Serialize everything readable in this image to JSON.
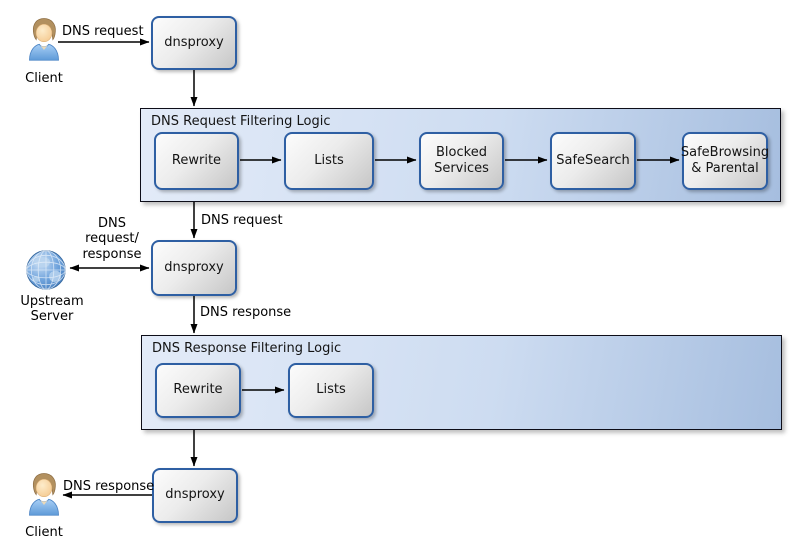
{
  "diagram": {
    "actors": {
      "client_top": {
        "label": "Client"
      },
      "client_bottom": {
        "label": "Client"
      },
      "upstream": {
        "label": "Upstream\nServer"
      }
    },
    "proxies": {
      "top": {
        "label": "dnsproxy"
      },
      "middle": {
        "label": "dnsproxy"
      },
      "bottom": {
        "label": "dnsproxy"
      }
    },
    "request_filtering": {
      "title": "DNS Request Filtering Logic",
      "steps": [
        "Rewrite",
        "Lists",
        "Blocked Services",
        "SafeSearch",
        "SafeBrowsing & Parental"
      ]
    },
    "response_filtering": {
      "title": "DNS Response Filtering Logic",
      "steps": [
        "Rewrite",
        "Lists"
      ]
    },
    "edge_labels": {
      "client_request": "DNS request",
      "filtered_request": "DNS request",
      "upstream_exchange": "DNS\nrequest/\nresponse",
      "proxy_response": "DNS response",
      "client_response": "DNS response"
    },
    "colors": {
      "node_border": "#2e5fa3",
      "node_fill_light": "#fcfcfc",
      "node_fill_dark": "#c6c6c6",
      "container_fill_left": "#e3ebf8",
      "container_fill_right": "#a6bedf",
      "container_border": "#0d0d18",
      "arrow": "#000000",
      "text": "#111111"
    }
  }
}
